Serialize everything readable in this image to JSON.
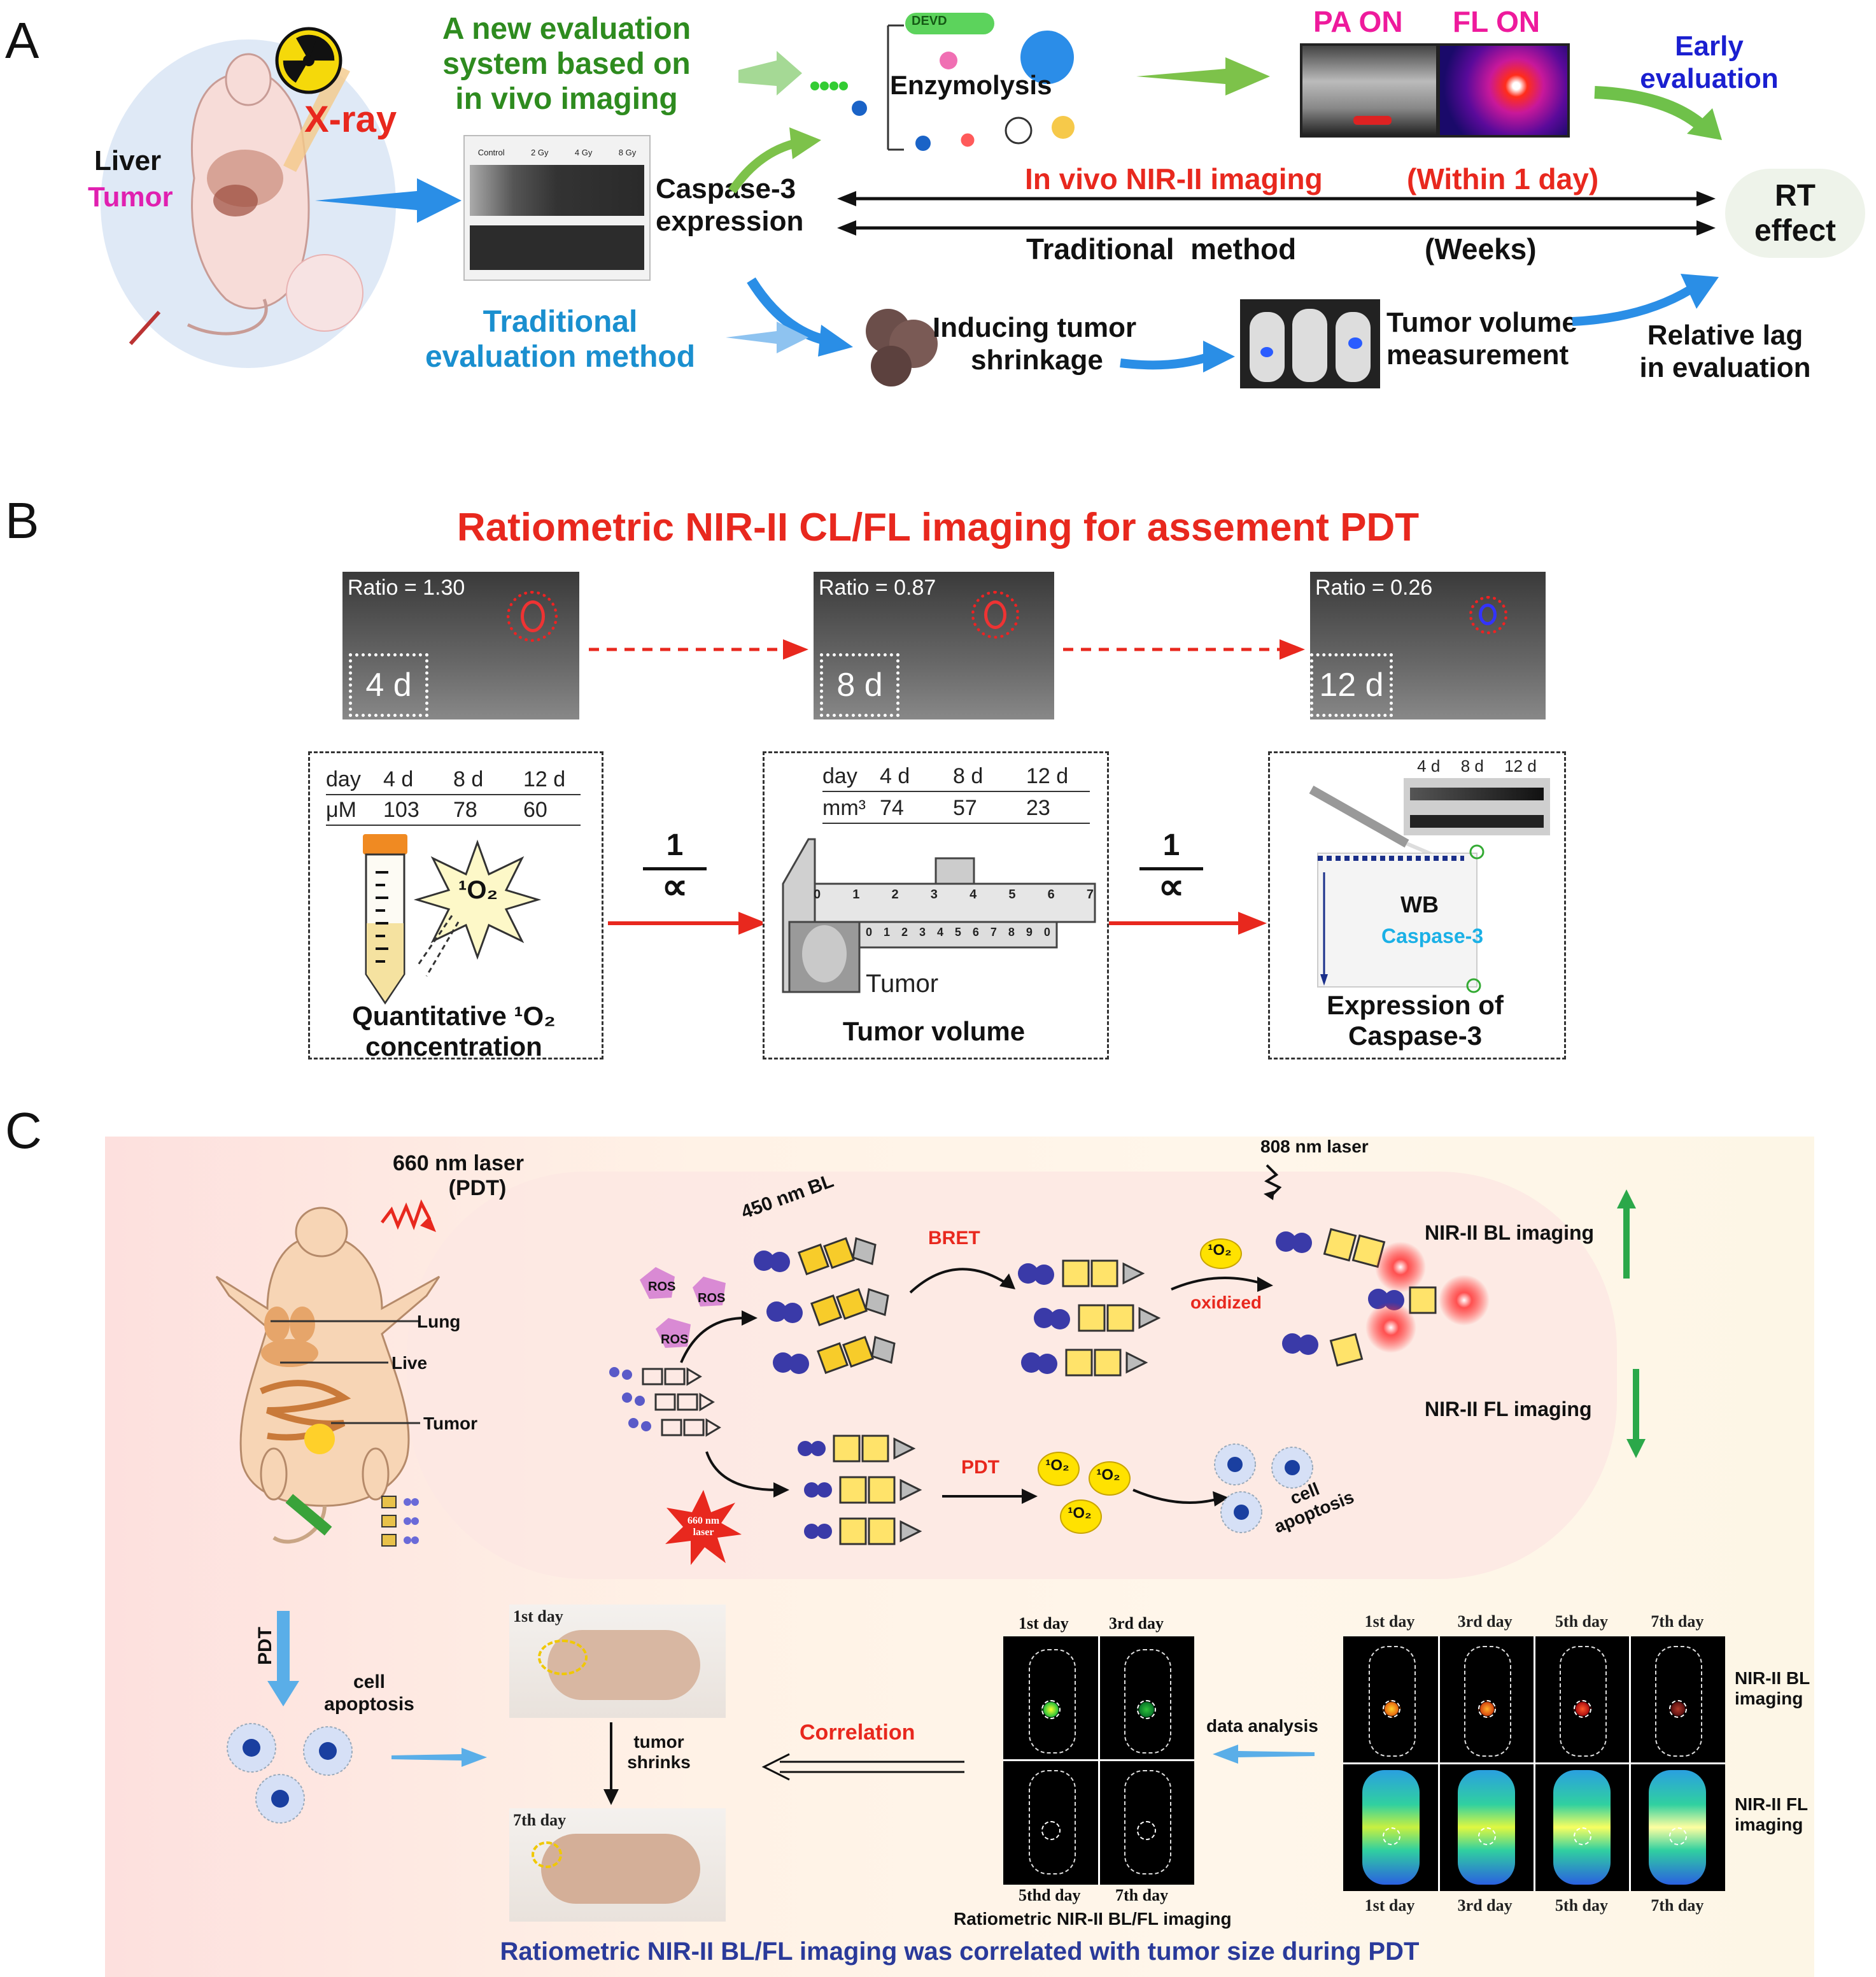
{
  "panel_a": {
    "letter": "A",
    "xray": "X-ray",
    "liver": "Liver",
    "tumor": "Tumor",
    "new_system": [
      "A new evaluation",
      "system based on",
      "in vivo imaging"
    ],
    "wb_lanes": [
      "Control",
      "2 Gy",
      "4 Gy",
      "8 Gy"
    ],
    "caspase": [
      "Caspase-3",
      "expression"
    ],
    "traditional": [
      "Traditional",
      "evaluation method"
    ],
    "devd": "DEVD",
    "enzymolysis": "Enzymolysis",
    "pa_on": "PA ON",
    "fl_on": "FL ON",
    "early": [
      "Early",
      "evaluation"
    ],
    "nir_imaging": "In vivo NIR-II imaging",
    "within": "(Within 1 day)",
    "trad_method": "Traditional  method",
    "weeks": "(Weeks)",
    "rt_effect": [
      "RT",
      "effect"
    ],
    "inducing": [
      "Inducing tumor",
      "shrinkage"
    ],
    "tumor_volume": [
      "Tumor volume",
      "measurement"
    ],
    "relative_lag": [
      "Relative lag",
      "in evaluation"
    ]
  },
  "panel_b": {
    "letter": "B",
    "title": "Ratiometric NIR-II CL/FL imaging for assement PDT",
    "images": [
      {
        "ratio": "Ratio = 1.30",
        "day": "4 d"
      },
      {
        "ratio": "Ratio = 0.87",
        "day": "8 d"
      },
      {
        "ratio": "Ratio = 0.26",
        "day": "12 d"
      }
    ],
    "left_table": {
      "header": [
        "day",
        "4 d",
        "8 d",
        "12 d"
      ],
      "row": [
        "μM",
        "103",
        "78",
        "60"
      ]
    },
    "left_caption": [
      "Quantitative ¹O₂",
      "concentration"
    ],
    "singlet": "¹O₂",
    "mid_table": {
      "header": [
        "day",
        "4 d",
        "8 d",
        "12 d"
      ],
      "row": [
        "mm³",
        "74",
        "57",
        "23"
      ]
    },
    "mid_tumor": "Tumor",
    "mid_caption": "Tumor volume",
    "proportional": "1",
    "prop_symbol": "∝",
    "wb_days": [
      "4 d",
      "8 d",
      "12 d"
    ],
    "wb": "WB",
    "wb_caspase": "Caspase-3",
    "right_caption": [
      "Expression of",
      "Caspase-3"
    ],
    "caliper_top": [
      "0",
      "1",
      "2",
      "3",
      "4",
      "5",
      "6",
      "7"
    ],
    "caliper_bottom": [
      "0",
      "1",
      "2",
      "3",
      "4",
      "5",
      "6",
      "7",
      "8",
      "9",
      "0"
    ]
  },
  "panel_c": {
    "letter": "C",
    "laser660": [
      "660 nm laser",
      "(PDT)"
    ],
    "lung": "Lung",
    "live": "Live",
    "tumor": "Tumor",
    "ros": "ROS",
    "bl450": "450 nm BL",
    "bret": "BRET",
    "laser808": "808 nm laser",
    "o2": "¹O₂",
    "oxidized": "oxidized",
    "nir_bl": "NIR-II BL imaging",
    "nir_fl": "NIR-II FL imaging",
    "laser660_small": [
      "660 nm",
      "laser"
    ],
    "pdt": "PDT",
    "cell_apoptosis": [
      "cell",
      "apoptosis"
    ],
    "day1": "1st day",
    "day7": "7th day",
    "tumor_shrinks": [
      "tumor",
      "shrinks"
    ],
    "correlation": "Correlation",
    "small_grid_top": [
      "1st day",
      "3rd day"
    ],
    "small_grid_bottom": [
      "5thd day",
      "7th day"
    ],
    "small_caption": "Ratiometric NIR-II BL/FL imaging",
    "data_analysis": "data analysis",
    "big_grid_top": [
      "1st day",
      "3rd day",
      "5th day",
      "7th day"
    ],
    "big_grid_bottom": [
      "1st day",
      "3rd day",
      "5th day",
      "7th day"
    ],
    "nir_bl_imaging": [
      "NIR-II BL",
      "imaging"
    ],
    "nir_fl_imaging": [
      "NIR-II FL",
      "imaging"
    ],
    "bottom_caption": "Ratiometric NIR-II BL/FL imaging was correlated with tumor size during PDT"
  }
}
